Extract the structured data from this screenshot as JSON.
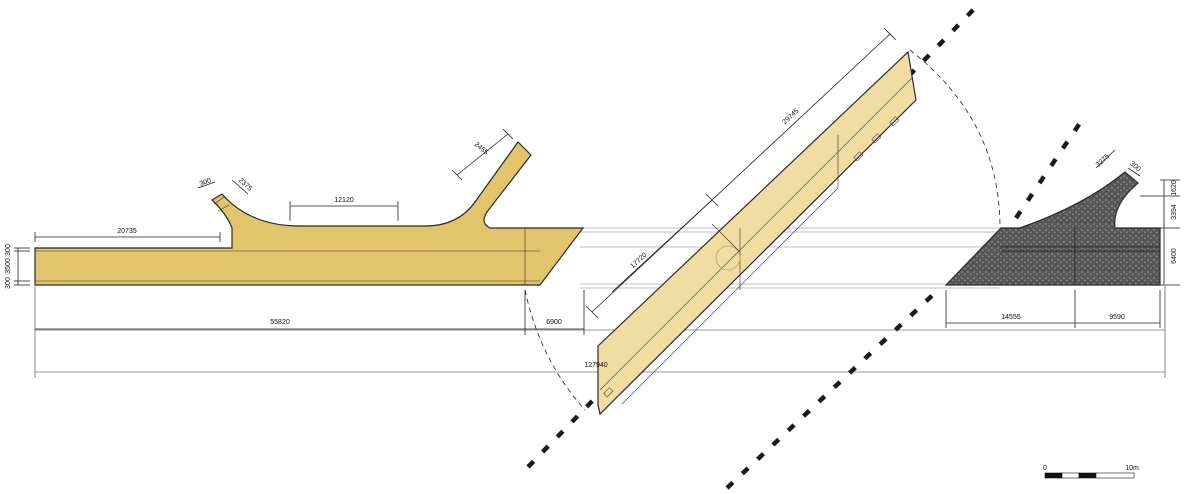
{
  "dimensions": {
    "left_arm": "20735",
    "left_total": "55820",
    "left_nose": "6900",
    "left_top_span": "12120",
    "left_branch_width": "2375",
    "left_branch_tip": "2455",
    "left_tab": "300",
    "left_h_top": "300",
    "left_h_mid": "3500",
    "left_h_bot": "300",
    "mid_long": "29745",
    "mid_short": "17720",
    "mid_total": "127940",
    "right_base_a": "14555",
    "right_base_b": "9590",
    "right_h_top": "1620",
    "right_h_mid": "3394",
    "right_h_main": "6400",
    "right_tip_width": "3275",
    "right_tip_small": "300"
  },
  "scale_bar": {
    "start": "0",
    "end": "10m"
  },
  "colors": {
    "left_piece": "#e2c46c",
    "middle_piece": "#f1dca2",
    "right_piece": "#4e4e4e",
    "outline": "#2a2a2a"
  }
}
